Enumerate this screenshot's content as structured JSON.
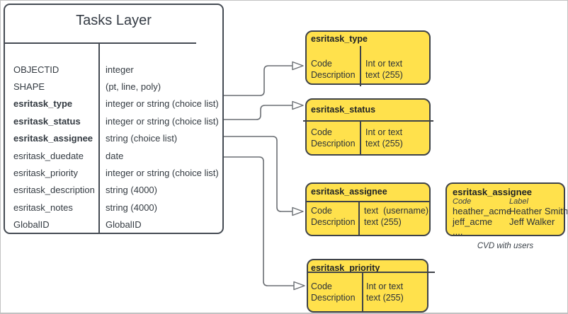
{
  "main_table": {
    "title": "Tasks Layer",
    "rows": [
      {
        "name": "OBJECTID",
        "type": "integer"
      },
      {
        "name": "SHAPE",
        "type": "(pt, line, poly)"
      },
      {
        "name": "esritask_type",
        "type": "integer or string (choice list)"
      },
      {
        "name": "esritask_status",
        "type": "integer or string (choice list)"
      },
      {
        "name": "esritask_assignee",
        "type": "string (choice list)"
      },
      {
        "name": "esritask_duedate",
        "type": "date"
      },
      {
        "name": "esritask_priority",
        "type": "integer or string (choice list)"
      },
      {
        "name": "esritask_description",
        "type": "string (4000)"
      },
      {
        "name": "esritask_notes",
        "type": "string (4000)"
      },
      {
        "name": "GlobalID",
        "type": "GlobalID"
      }
    ]
  },
  "domain_boxes": [
    {
      "title": "esritask_type",
      "left_col": [
        "Code",
        "Description"
      ],
      "right_col": [
        "Int or text",
        "text (255)"
      ]
    },
    {
      "title": "esritask_status",
      "left_col": [
        "Code",
        "Description"
      ],
      "right_col": [
        "Int or text",
        "text (255)"
      ]
    },
    {
      "title": "esritask_assignee",
      "left_col": [
        "Code",
        "Description"
      ],
      "right_col": [
        "text  (username)",
        "text (255)"
      ]
    },
    {
      "title": "esritask_priority",
      "left_col": [
        "Code",
        "Description"
      ],
      "right_col": [
        "Int or text",
        "text (255)"
      ]
    }
  ],
  "cvd": {
    "title": "esritask_assignee",
    "col_headers": [
      "Code",
      "Label"
    ],
    "rows": [
      {
        "code": "heather_acme",
        "label": "Heather Smith"
      },
      {
        "code": "jeff_acme",
        "label": "Jeff Walker"
      }
    ],
    "ellipsis": "....",
    "caption": "CVD with users"
  },
  "colors": {
    "entity_fill": "#ffe14c",
    "entity_border": "#3f4349",
    "table_border": "#454b53",
    "text": "#333a41",
    "connector": "#6a6e73"
  }
}
